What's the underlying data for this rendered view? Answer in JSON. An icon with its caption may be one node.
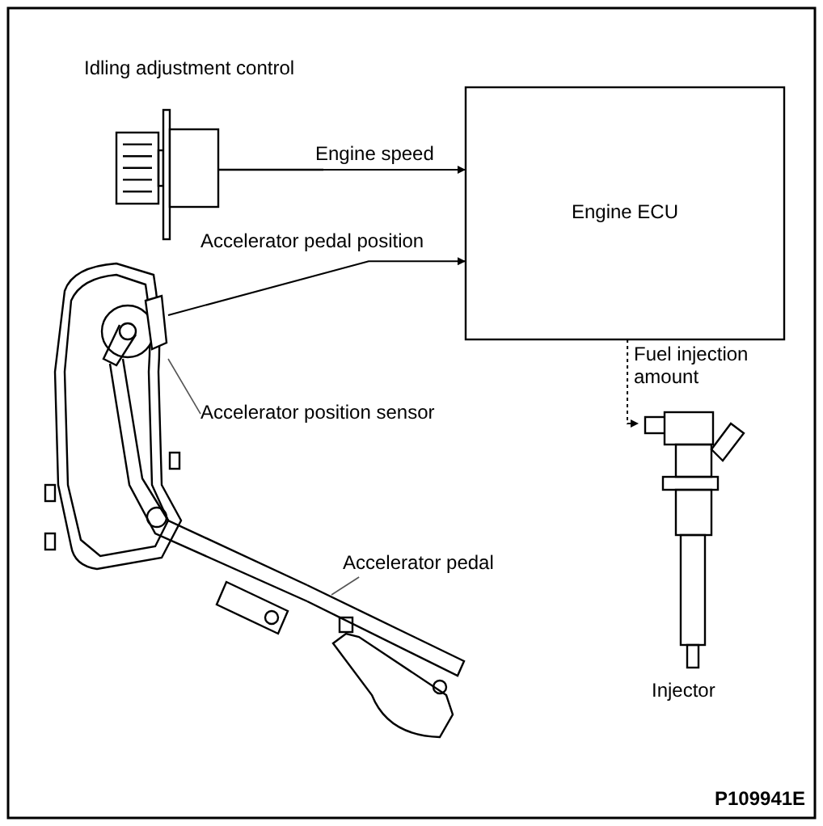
{
  "diagram": {
    "nodes": [
      {
        "text": [
          "Idling adjustment control"
        ]
      },
      {
        "text": [
          "Engine ECU"
        ]
      },
      {
        "text": [],
        "shape": "picture"
      },
      {
        "text": [
          "Accelerator position sensor"
        ]
      },
      {
        "text": [],
        "shape": "picture"
      },
      {
        "text": [
          "Accelerator pedal"
        ]
      },
      {
        "text": [
          "Injector"
        ]
      }
    ],
    "edges": [
      {
        "from": 0,
        "to": 1,
        "arrow": "to",
        "label": "Engine speed"
      },
      {
        "from": 2,
        "to": 1,
        "arrow": "to",
        "label": "Accelerator pedal position"
      },
      {
        "from": 3,
        "to": 2,
        "arrow": "none"
      },
      {
        "from": 5,
        "to": 4,
        "arrow": "none"
      },
      {
        "from": 1,
        "to": 6,
        "arrow": "to",
        "label": "Fuel injection amount",
        "style": "dashed"
      }
    ],
    "labels": [
      "P109941E"
    ]
  }
}
